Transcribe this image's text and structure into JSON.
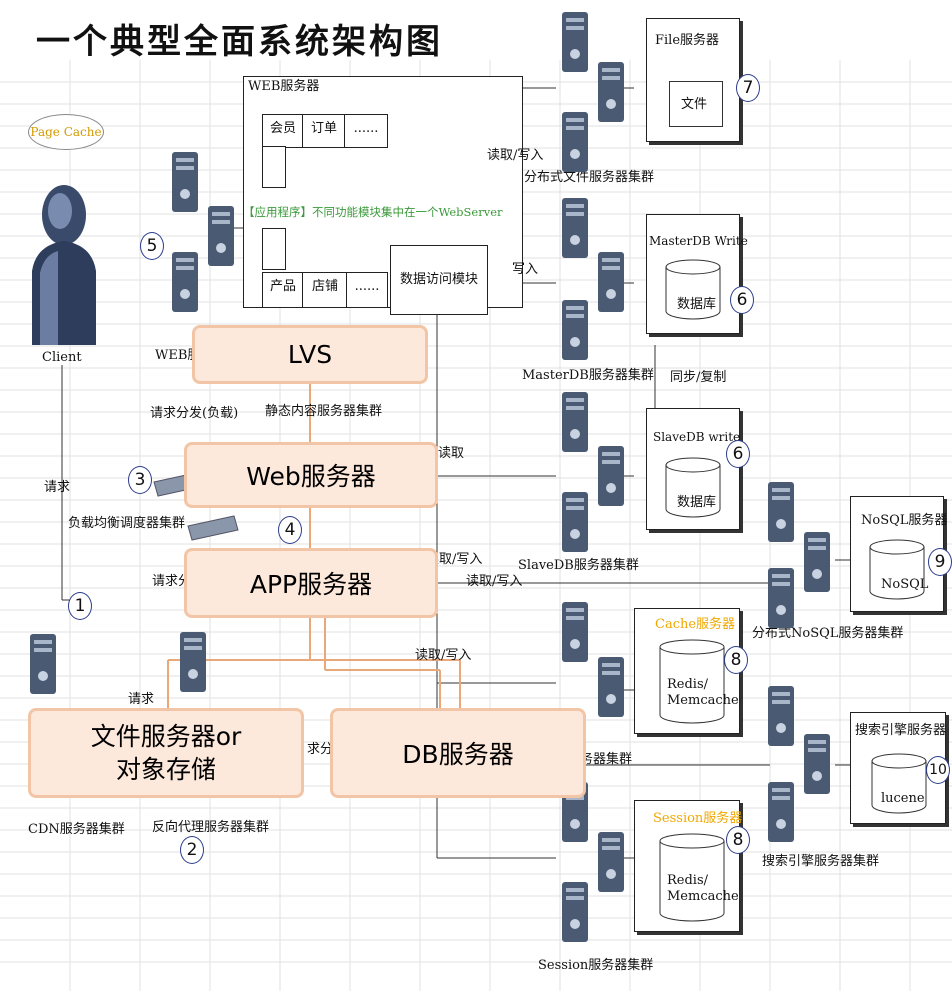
{
  "title": "一个典型全面系统架构图",
  "page_cache": "Page Cache",
  "client": "Client",
  "request": "请求",
  "web_box": {
    "title": "WEB服务器",
    "member": "会员",
    "order": "订单",
    "dots": "......",
    "app_note": "【应用程序】不同功能模块集中在一个WebServer",
    "product": "产品",
    "shop": "店铺",
    "data_access": "数据访问模块"
  },
  "labels": {
    "read_write_1": "读取/写入",
    "write": "写入",
    "read": "读取",
    "read_write_2": "读取/写入",
    "read_write_3": "读取/写入",
    "read_write_4": "读取/写入",
    "sync": "同步/复制",
    "file_cluster": "分布式文件服务器集群",
    "master_cluster": "MasterDB服务器集群",
    "slave_cluster": "SlaveDB服务器集群",
    "nosql_cluster": "分布式NoSQL服务器集群",
    "search_cluster": "搜索引擎服务器集群",
    "session_cluster": "Session服务器集群",
    "cache_cluster": "务器集群",
    "web_cluster": "WEB服",
    "static_cluster": "静态内容服务器集群",
    "dispatch": "请求分发(负载)",
    "lb_cluster": "负载均衡调度器集群",
    "request_a": "请求分",
    "request_b": "请求",
    "request_c": "求分",
    "cdn_cluster": "CDN服务器集群",
    "proxy_cluster": "反向代理服务器集群"
  },
  "boxes": {
    "file": {
      "title": "File服务器",
      "doc": "文件"
    },
    "master": {
      "title": "MasterDB Write",
      "db": "数据库"
    },
    "slave": {
      "title": "SlaveDB write",
      "db": "数据库"
    },
    "nosql": {
      "title": "NoSQL服务器",
      "db": "NoSQL"
    },
    "cache": {
      "title": "Cache服务器",
      "db": "Redis/\nMemcache"
    },
    "search": {
      "title": "搜索引擎服务器",
      "db": "lucene"
    },
    "session": {
      "title": "Session服务器",
      "db": "Redis/\nMemcache"
    }
  },
  "numbers": {
    "n1": "1",
    "n2": "2",
    "n3": "3",
    "n4": "4",
    "n5": "5",
    "n6a": "6",
    "n6b": "6",
    "n7": "7",
    "n8a": "8",
    "n8b": "8",
    "n9": "9",
    "n10": "10"
  },
  "overlays": {
    "lvs": "LVS",
    "web": "Web服务器",
    "app": "APP服务器",
    "file": "文件服务器or\n对象存储",
    "db": "DB服务器"
  },
  "colors": {
    "overlay_fill": "#fde8dc",
    "overlay_border": "#f2c5a6",
    "connector": "#e9a87a",
    "accent_gold": "#f0a800",
    "note_green": "#3a9a3a",
    "number_ring": "#2b3d8c"
  }
}
